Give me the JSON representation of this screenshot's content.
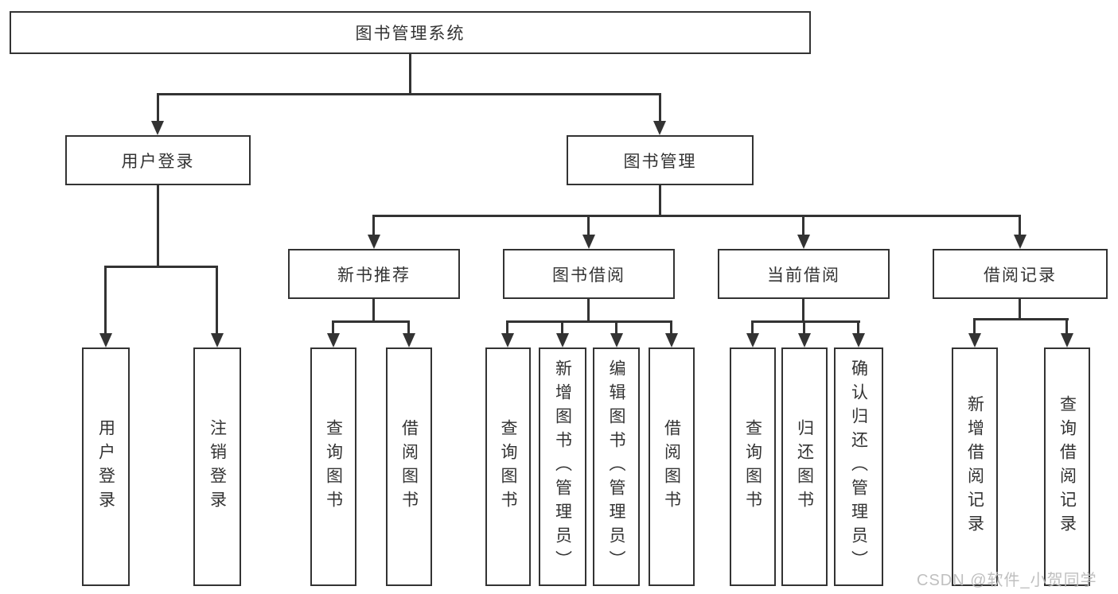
{
  "title": "图书管理系统",
  "tree": {
    "label": "图书管理系统",
    "children": [
      {
        "label": "用户登录",
        "children": [
          {
            "label": "用户登录"
          },
          {
            "label": "注销登录"
          }
        ]
      },
      {
        "label": "图书管理",
        "children": [
          {
            "label": "新书推荐",
            "children": [
              {
                "label": "查询图书"
              },
              {
                "label": "借阅图书"
              }
            ]
          },
          {
            "label": "图书借阅",
            "children": [
              {
                "label": "查询图书"
              },
              {
                "label": "新增图书（管理员）"
              },
              {
                "label": "编辑图书（管理员）"
              },
              {
                "label": "借阅图书"
              }
            ]
          },
          {
            "label": "当前借阅",
            "children": [
              {
                "label": "查询图书"
              },
              {
                "label": "归还图书"
              },
              {
                "label": "确认归还（管理员）"
              }
            ]
          },
          {
            "label": "借阅记录",
            "children": [
              {
                "label": "新增借阅记录"
              },
              {
                "label": "查询借阅记录"
              }
            ]
          }
        ]
      }
    ]
  },
  "watermark": "CSDN @软件_小贺同学",
  "colors": {
    "line": "#333333",
    "box_border": "#333333",
    "box_fill": "#ffffff",
    "text": "#333333",
    "watermark": "#bcbcbc"
  }
}
